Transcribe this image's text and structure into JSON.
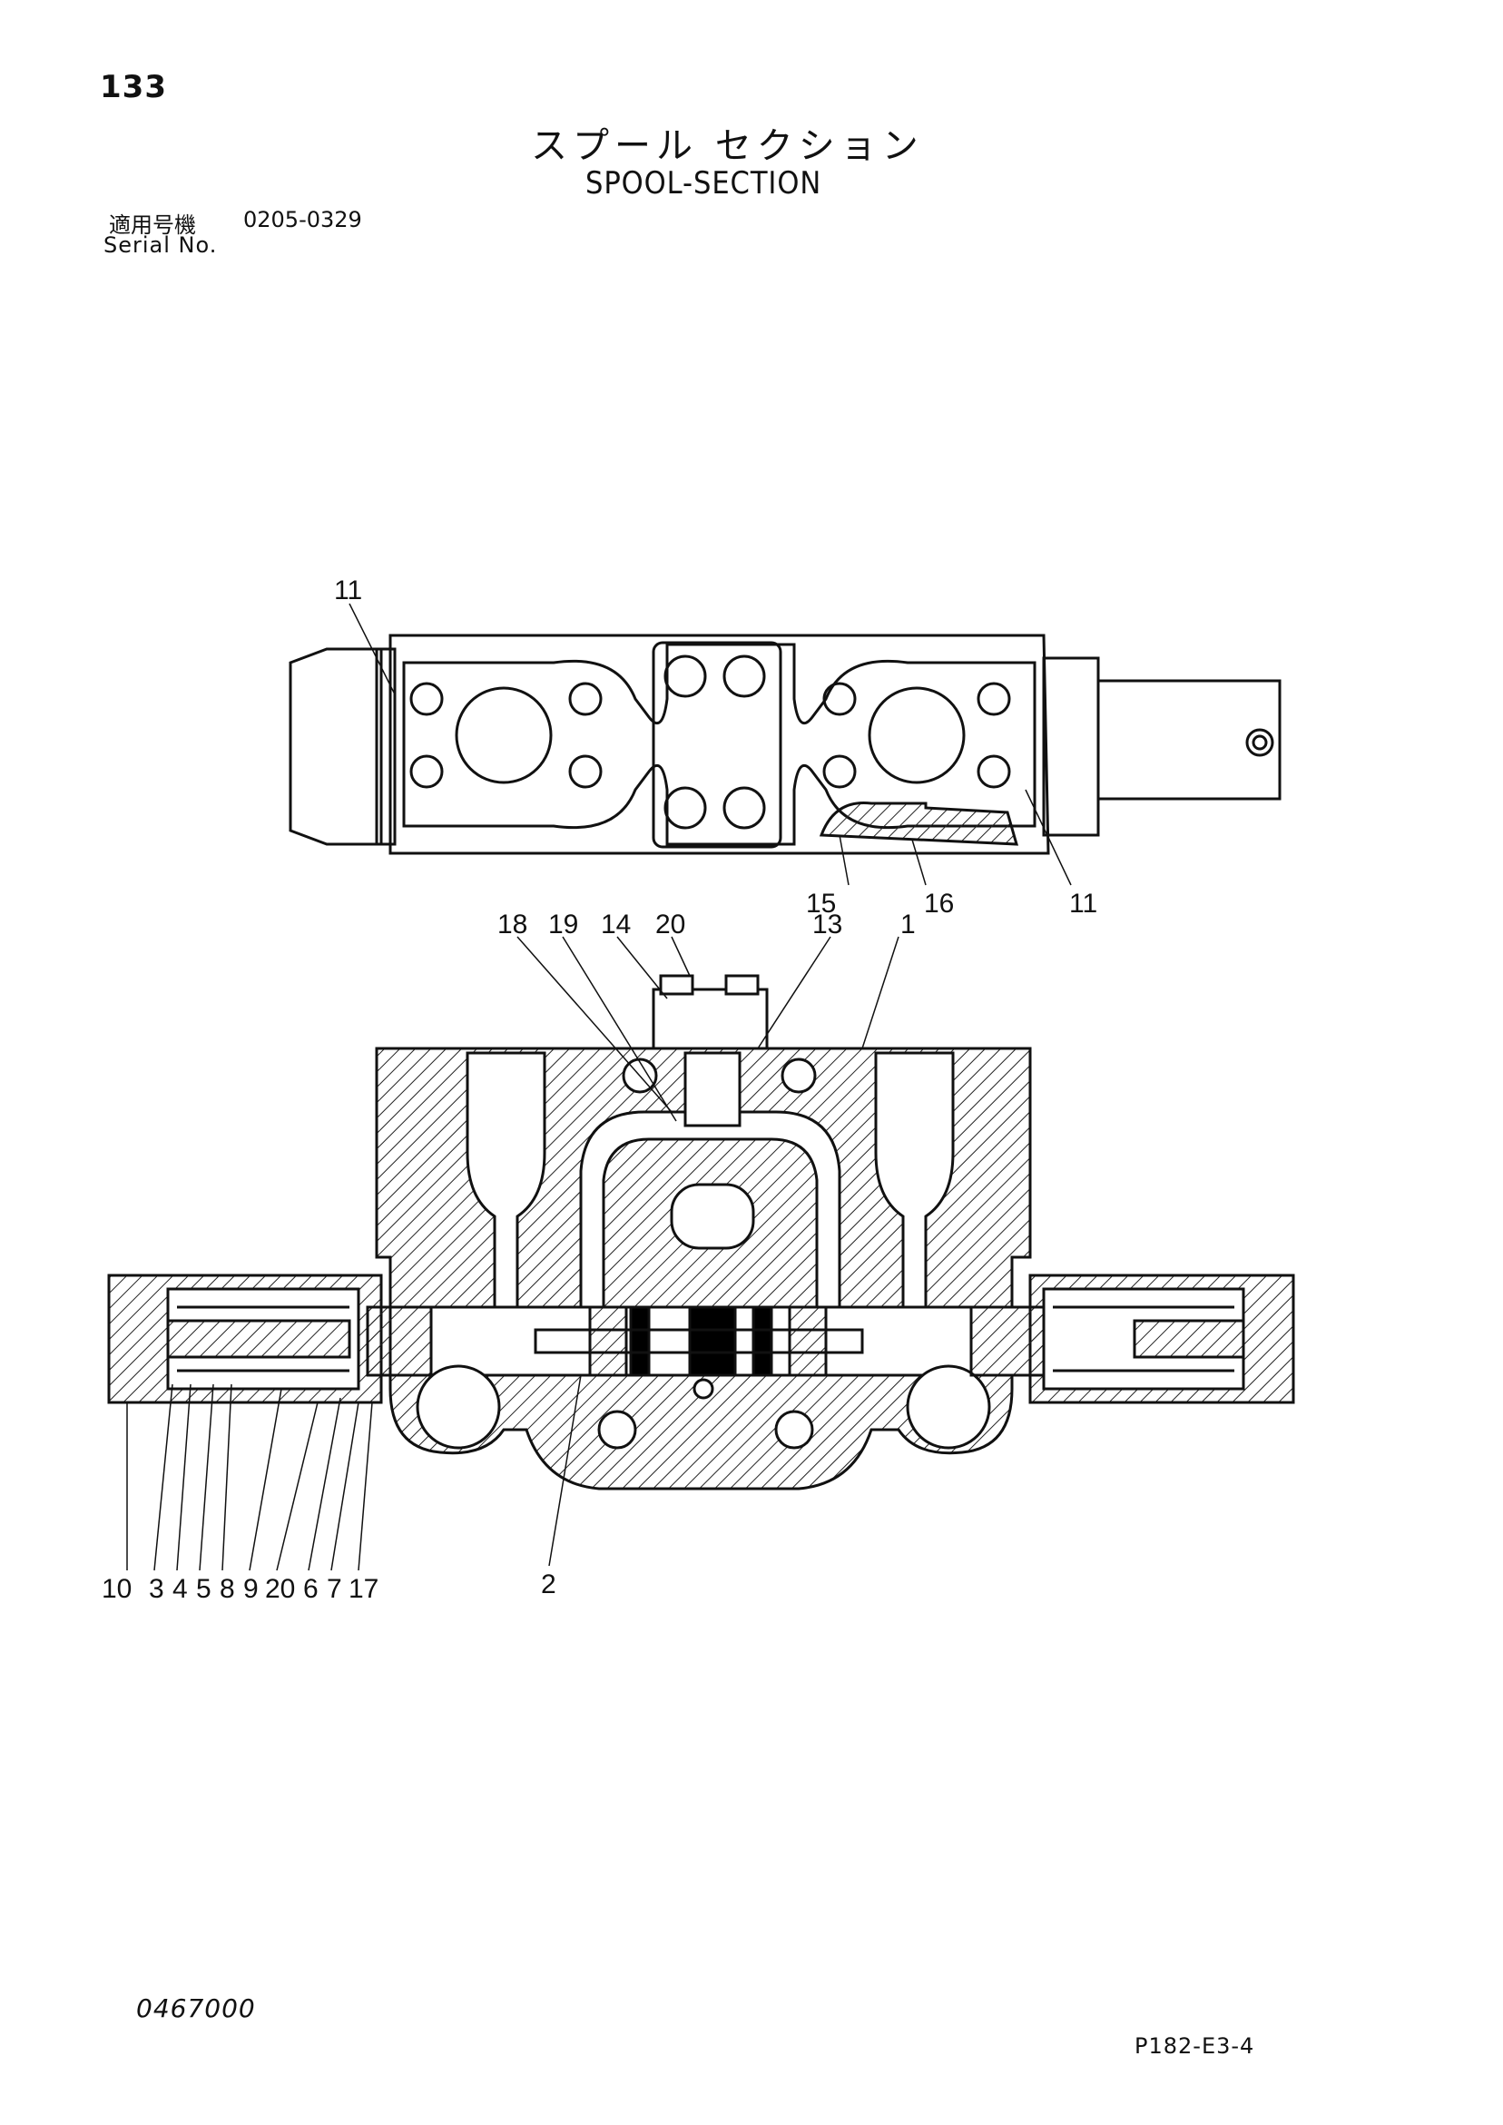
{
  "header": {
    "page_number": "133",
    "title_jp": "スプール セクション",
    "title_en": "SPOOL-SECTION",
    "serial_label_jp": "適用号機",
    "serial_range": "0205-0329",
    "serial_label_en": "Serial No."
  },
  "footer": {
    "document_number": "0467000",
    "page_code": "P182-E3-4"
  },
  "callouts": {
    "top_view": [
      "11",
      "15",
      "16",
      "11"
    ],
    "section_top": [
      "18",
      "19",
      "14",
      "20",
      "13",
      "1"
    ],
    "section_bottom": [
      "10",
      "3",
      "4",
      "5",
      "8",
      "9",
      "20",
      "6",
      "7",
      "17",
      "2"
    ]
  }
}
